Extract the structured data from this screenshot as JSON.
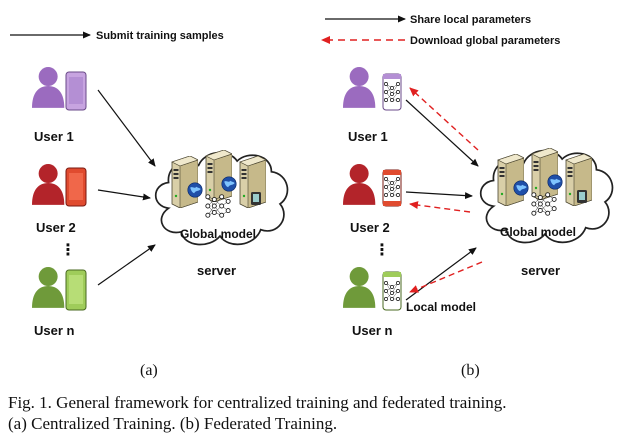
{
  "legend": {
    "submit": "Submit training samples",
    "share": "Share local parameters",
    "download": "Download global parameters"
  },
  "panel_a": {
    "users": [
      "User 1",
      "User 2",
      "User n"
    ],
    "dots": "⋮",
    "model_label": "Global model",
    "server_label": "server",
    "sublabel": "(a)"
  },
  "panel_b": {
    "users": [
      "User 1",
      "User 2",
      "User n"
    ],
    "dots": "⋮",
    "model_label": "Global model",
    "server_label": "server",
    "local_model_label": "Local model",
    "sublabel": "(b)"
  },
  "caption": {
    "line1": "Fig. 1.    General framework for centralized training and federated training.",
    "line2": "(a) Centralized Training. (b) Federated Training."
  },
  "colors": {
    "user1": "#9b6bbf",
    "user2": "#b3242a",
    "usern": "#6f9a3a",
    "download_arrow": "#e02020",
    "cloud_outline": "#222222",
    "server_beige": "#d9cfa8"
  }
}
